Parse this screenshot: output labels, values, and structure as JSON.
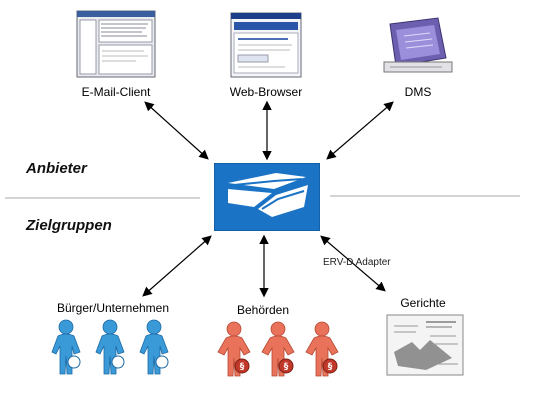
{
  "nodes": {
    "email": "E-Mail-Client",
    "browser": "Web-Browser",
    "dms": "DMS",
    "citizens": "Bürger/Unternehmen",
    "authorities": "Behörden",
    "courts": "Gerichte"
  },
  "sections": {
    "providers": "Anbieter",
    "target_groups": "Zielgruppen"
  },
  "edge_label": "ERV-D Adapter",
  "colors": {
    "hub": "#1a73c4",
    "citizen": "#3a9ad8",
    "authority": "#e8735a",
    "divider": "#aaaaaa"
  }
}
